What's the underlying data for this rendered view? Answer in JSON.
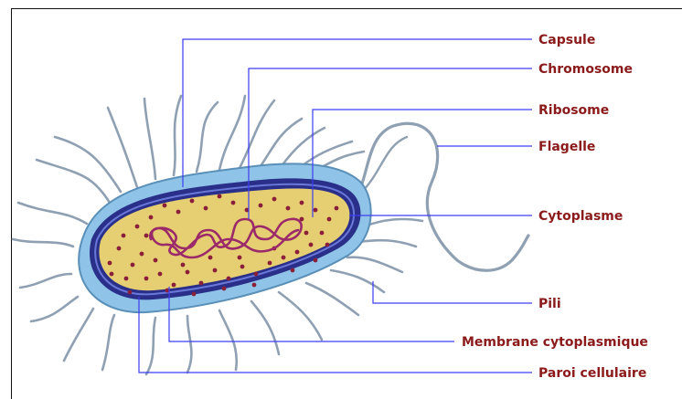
{
  "colors": {
    "label": "#8b1a1a",
    "leader": "#3d3df0",
    "capsule": "#8fc4e8",
    "capsule_edge": "#5a8fb8",
    "wall": "#2a2f8a",
    "cytoplasm": "#e6cf72",
    "dots": "#8a1f3a",
    "chromosome": "#9a2a6a",
    "pili": "#8fa0b3"
  },
  "labels": {
    "capsule": "Capsule",
    "chromosome": "Chromosome",
    "ribosome": "Ribosome",
    "flagelle": "Flagelle",
    "cytoplasme": "Cytoplasme",
    "pili": "Pili",
    "membrane": "Membrane cytoplasmique",
    "paroi": "Paroi cellulaire"
  }
}
